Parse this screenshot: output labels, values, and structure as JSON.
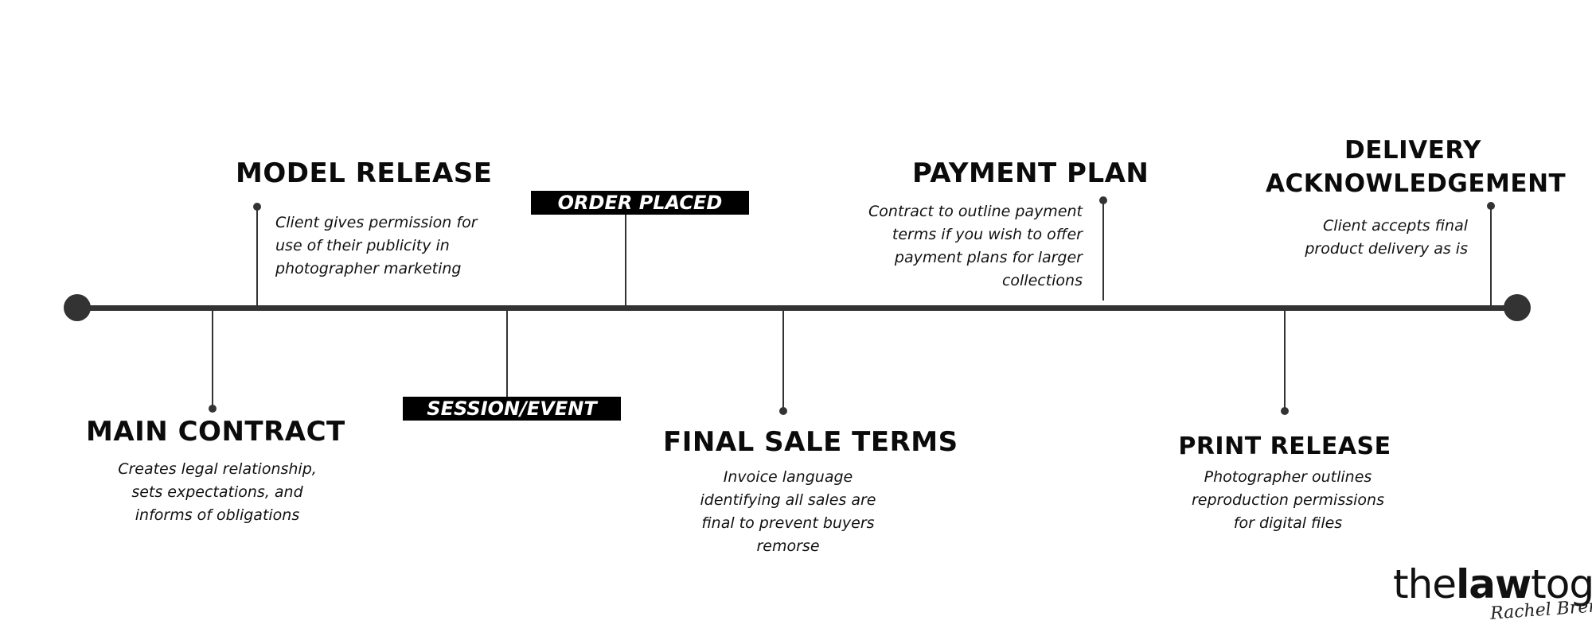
{
  "timeline": {
    "events": [
      {
        "id": "main-contract",
        "title": "MAIN CONTRACT",
        "desc": [
          "Creates legal relationship,",
          "sets expectations, and",
          "informs of obligations"
        ]
      },
      {
        "id": "model-release",
        "title": "MODEL RELEASE",
        "desc": [
          "Client gives permission for",
          "use of their publicity in",
          "photographer marketing"
        ]
      },
      {
        "id": "session-event",
        "title": "SESSION/EVENT"
      },
      {
        "id": "order-placed",
        "title": "ORDER PLACED"
      },
      {
        "id": "final-sale-terms",
        "title": "FINAL SALE TERMS",
        "desc": [
          "Invoice language",
          "identifying all sales are",
          "final to prevent buyers",
          "remorse"
        ]
      },
      {
        "id": "payment-plan",
        "title": "PAYMENT PLAN",
        "desc": [
          "Contract to outline payment",
          "terms if you wish to offer",
          "payment plans for larger",
          "collections"
        ]
      },
      {
        "id": "print-release",
        "title": "PRINT RELEASE",
        "desc": [
          "Photographer outlines",
          "reproduction permissions",
          "for digital files"
        ]
      },
      {
        "id": "delivery-acknowledgement",
        "title": [
          "DELIVERY",
          "ACKNOWLEDGEMENT"
        ],
        "desc": [
          "Client accepts final",
          "product delivery as is"
        ]
      }
    ]
  },
  "logo": {
    "part1": "the",
    "part2": "law",
    "part3": "tog",
    "registered": "®",
    "signature": "Rachel Brenke"
  },
  "colors": {
    "line": "#333333",
    "text": "#0b0b0b",
    "tag_bg": "#000000",
    "tag_text": "#ffffff"
  }
}
